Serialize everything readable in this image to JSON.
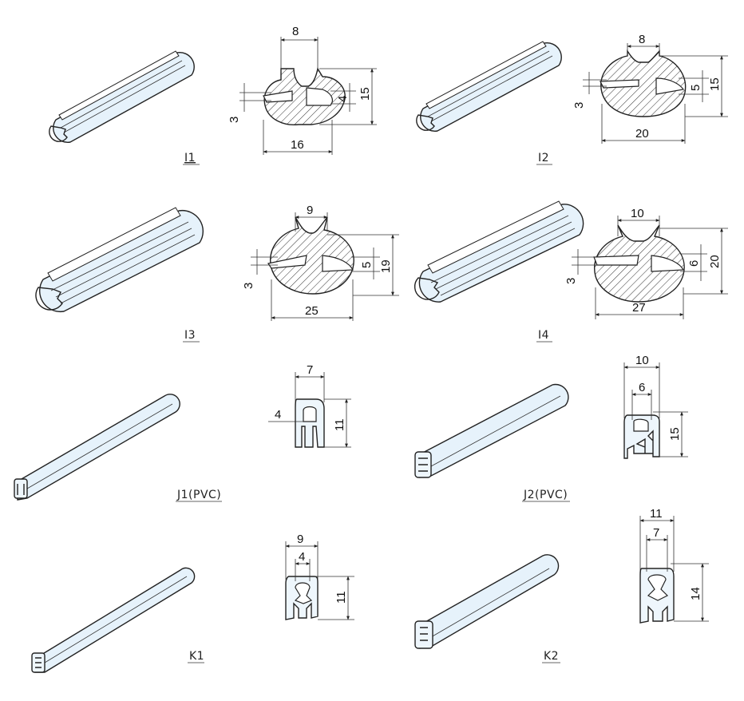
{
  "colors": {
    "profile_fill": "#e6f2fb",
    "outline": "#222222",
    "background": "#ffffff"
  },
  "parts": [
    {
      "code": "I1",
      "dims": {
        "top_width": "8",
        "slot_left": "3",
        "slot_right": "4",
        "height": "15",
        "width": "16"
      }
    },
    {
      "code": "I2",
      "dims": {
        "top_width": "8",
        "slot_left": "3",
        "slot_right": "5",
        "height": "15",
        "width": "20"
      }
    },
    {
      "code": "I3",
      "dims": {
        "top_width": "9",
        "slot_left": "3",
        "slot_right": "5",
        "height": "19",
        "width": "25"
      }
    },
    {
      "code": "I4",
      "dims": {
        "top_width": "10",
        "slot_left": "3",
        "slot_right": "6",
        "height": "20",
        "width": "27"
      }
    },
    {
      "code": "J1(PVC)",
      "dims": {
        "width": "7",
        "opening": "4",
        "height": "11"
      }
    },
    {
      "code": "J2(PVC)",
      "dims": {
        "width": "10",
        "opening": "6",
        "height": "15"
      }
    },
    {
      "code": "K1",
      "dims": {
        "width": "9",
        "opening": "4",
        "height": "11"
      }
    },
    {
      "code": "K2",
      "dims": {
        "width": "11",
        "opening": "7",
        "height": "14"
      }
    }
  ]
}
